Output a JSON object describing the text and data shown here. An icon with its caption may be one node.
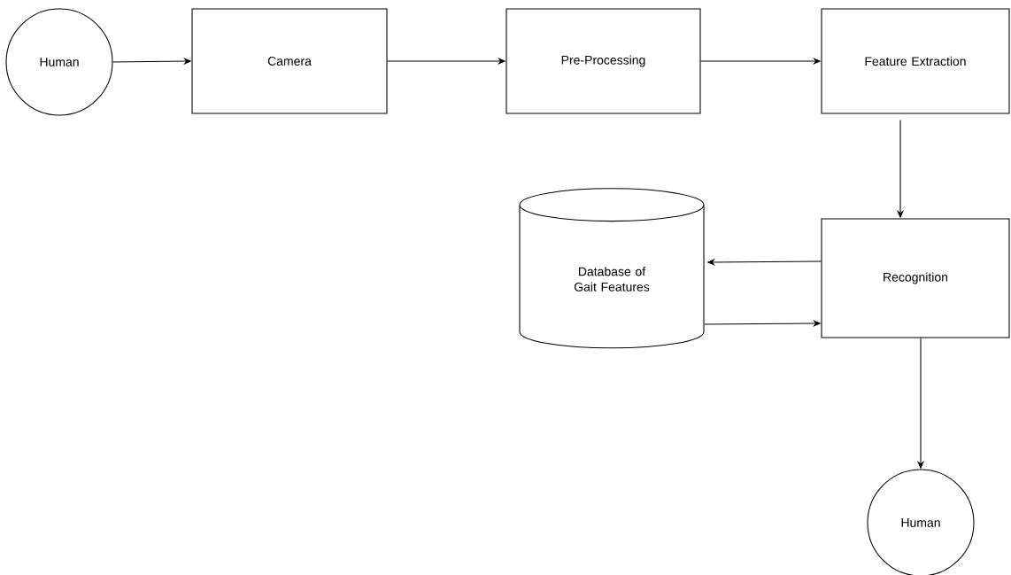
{
  "diagram": {
    "nodes": [
      {
        "text": [
          "Human"
        ]
      },
      {
        "text": [
          "Camera"
        ]
      },
      {
        "text": [
          "Pre-Processing"
        ]
      },
      {
        "text": [
          "Feature Extraction"
        ]
      },
      {
        "text": [
          "Recognition"
        ]
      },
      {
        "text": [
          "Database of Gait Features"
        ]
      },
      {
        "text": [
          "Human"
        ]
      }
    ],
    "edges": [
      {
        "from": 0,
        "to": 1,
        "arrow": "to"
      },
      {
        "from": 1,
        "to": 2,
        "arrow": "to"
      },
      {
        "from": 2,
        "to": 3,
        "arrow": "to"
      },
      {
        "from": 3,
        "to": 4,
        "arrow": "to"
      },
      {
        "from": 4,
        "to": 5,
        "arrow": "to"
      },
      {
        "from": 5,
        "to": 4,
        "arrow": "to"
      },
      {
        "from": 4,
        "to": 6,
        "arrow": "to"
      }
    ]
  }
}
